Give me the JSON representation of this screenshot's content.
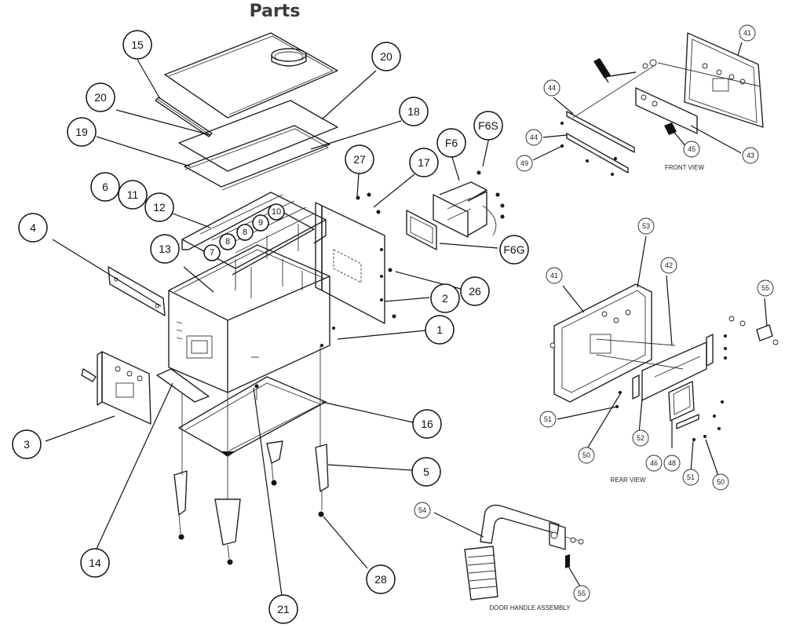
{
  "title": "Parts",
  "captions": {
    "front_view": "FRONT VIEW",
    "rear_view": "REAR VIEW",
    "door_handle": "DOOR HANDLE ASSEMBLY"
  },
  "callouts_main": [
    "15",
    "20",
    "20",
    "18",
    "19",
    "27",
    "17",
    "F6",
    "F6S",
    "6",
    "11",
    "12",
    "10",
    "9",
    "8",
    "8",
    "7",
    "13",
    "4",
    "F6G",
    "26",
    "2",
    "1",
    "3",
    "16",
    "5",
    "14",
    "21",
    "28"
  ],
  "callouts_front_view": [
    "41",
    "44",
    "44",
    "49",
    "45",
    "43"
  ],
  "callouts_rear_view": [
    "53",
    "41",
    "42",
    "55",
    "51",
    "52",
    "46",
    "48",
    "50",
    "51",
    "50"
  ],
  "callouts_handle": [
    "54",
    "55"
  ]
}
